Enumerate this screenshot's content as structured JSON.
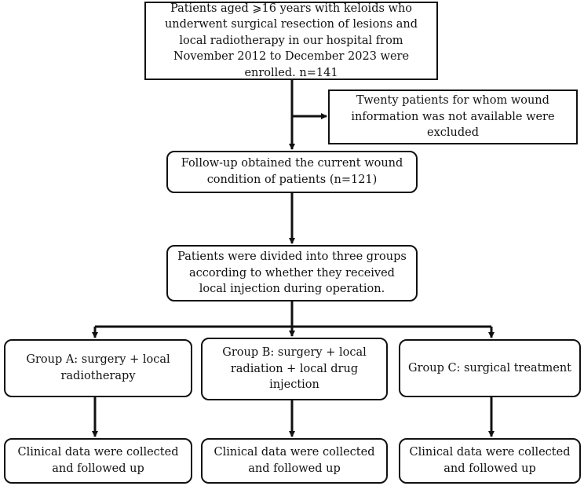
{
  "nodes": {
    "enrolled": "Patients aged ⩾16 years with keloids who underwent surgical resection of lesions and local radiotherapy in our hospital from November 2012 to December 2023 were enrolled. n=141",
    "excluded": "Twenty patients for whom wound information was not available were excluded",
    "followup": "Follow-up obtained the current wound condition of patients (n=121)",
    "divided": "Patients were divided into three groups according to whether they received local injection during operation.",
    "group_a": "Group A: surgery + local radiotherapy",
    "group_b": "Group B: surgery + local radiation + local drug injection",
    "group_c": "Group C: surgical treatment",
    "clinical_a": "Clinical data were collected and followed up",
    "clinical_b": "Clinical data were collected and followed up",
    "clinical_c": "Clinical data were collected and followed up"
  },
  "colors": {
    "line": "#111111",
    "box_border": "#111111",
    "background": "#ffffff"
  }
}
